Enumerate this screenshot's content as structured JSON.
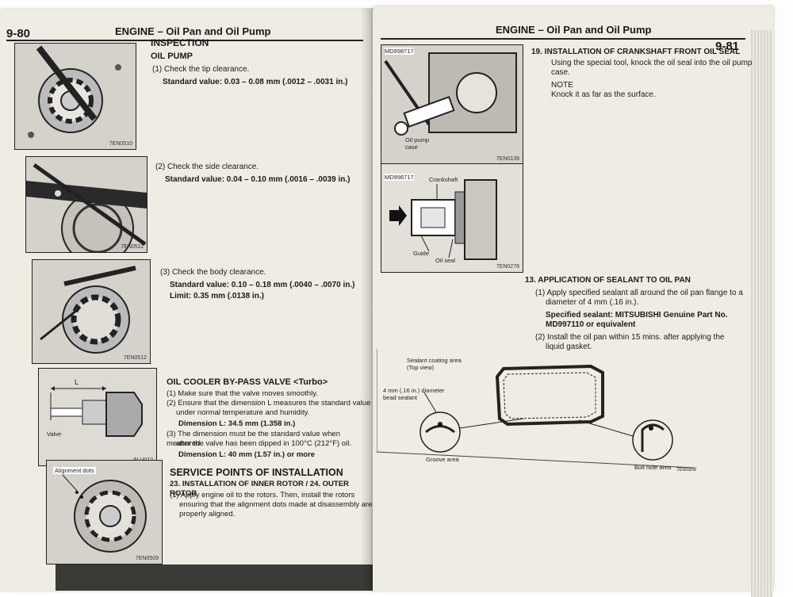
{
  "left_page": {
    "page_number": "9-80",
    "header": "ENGINE – Oil Pan and Oil Pump",
    "inspection_title": "INSPECTION",
    "oil_pump_title": "OIL PUMP",
    "step1": "(1) Check the tip clearance.",
    "step1_value": "Standard value: 0.03 – 0.08 mm (.0012 – .0031 in.)",
    "step2": "(2) Check the side clearance.",
    "step2_value": "Standard value: 0.04 – 0.10 mm (.0016 – .0039 in.)",
    "step3": "(3) Check the body clearance.",
    "step3_value": "Standard value: 0.10 – 0.18 mm (.0040 – .0070 in.)",
    "step3_limit": "Limit: 0.35 mm (.0138 in.)",
    "valve_title": "OIL COOLER BY-PASS VALVE <Turbo>",
    "valve_step1": "(1) Make sure that the valve moves smoothly.",
    "valve_step2a": "(2) Ensure that the dimension L measures the standard value",
    "valve_step2b": "under normal temperature and humidity.",
    "valve_dim1": "Dimension L: 34.5 mm (1.358 in.)",
    "valve_step3a": "(3) The dimension must be the standard value when measured",
    "valve_step3b": "after the valve has been dipped in 100°C (212°F) oil.",
    "valve_dim2": "Dimension L: 40 mm (1.57 in.) or more",
    "service_title": "SERVICE POINTS OF INSTALLATION",
    "service_sub": "23. INSTALLATION OF INNER ROTOR / 24. OUTER ROTOR",
    "service_step1a": "(1) Apply engine oil to the rotors. Then, install the rotors",
    "service_step1b": "ensuring that the alignment dots made at disassembly are",
    "service_step1c": "properly aligned.",
    "fig_codes": [
      "7EN0510",
      "7EN0511",
      "7EN0512",
      "6LU012",
      "7EN0509"
    ],
    "fig4_label_L": "L",
    "fig4_label_valve": "Valve",
    "fig5_label": "Alignment dots"
  },
  "right_page": {
    "page_number": "9-81",
    "header": "ENGINE – Oil Pan and Oil Pump",
    "step19_title": "19. INSTALLATION OF CRANKSHAFT FRONT OIL SEAL",
    "step19_a": "Using the special tool, knock the oil seal into the oil pump",
    "step19_b": "case.",
    "note_title": "NOTE",
    "note_text": "Knock it as far as the surface.",
    "fig1_tool": "MD998717",
    "fig1_label": "Oil pump case",
    "fig1_code": "7EN0139",
    "fig2_tool": "MD998717",
    "fig2_crank": "Crankshaft",
    "fig2_guide": "Guide",
    "fig2_seal": "Oil seal",
    "fig2_code": "7EN0276",
    "step13_title": "13. APPLICATION OF SEALANT TO OIL PAN",
    "step13_1a": "(1) Apply specified sealant all around the oil pan flange to a",
    "step13_1b": "diameter of 4 mm (.16 in.).",
    "sealant_a": "Specified sealant: MITSUBISHI Genuine Part No.",
    "sealant_b": "MD997110 or equivalent",
    "step13_2a": "(2) Install the oil pan within 15 mins. after applying the",
    "step13_2b": "liquid gasket.",
    "diag_coating": "Sealant coating area (Top view)",
    "diag_bead": "4 mm (.16 in.) diameter bead sealant",
    "diag_groove": "Groove area",
    "diag_bolt": "Bolt hole area",
    "diag_code": "7EN0308"
  }
}
